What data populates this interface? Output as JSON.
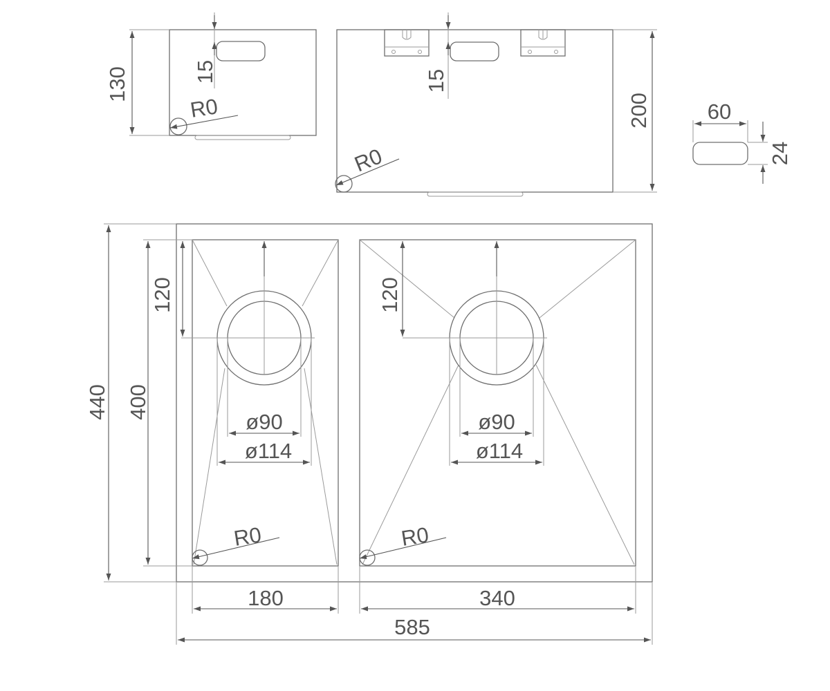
{
  "drawing": {
    "side_small": {
      "height_label": "130",
      "overflow_offset_label": "15",
      "radius_label": "R0"
    },
    "side_large": {
      "height_label": "200",
      "overflow_offset_label": "15",
      "radius_label": "R0"
    },
    "overflow_detail": {
      "width_label": "60",
      "height_label": "24"
    },
    "plan": {
      "total_depth_label": "440",
      "bowl_depth_label": "400",
      "total_width_label": "585",
      "small_bowl": {
        "width_label": "180",
        "drain_offset_label": "120",
        "drain_inner_label": "ø90",
        "drain_outer_label": "ø114",
        "radius_label": "R0"
      },
      "large_bowl": {
        "width_label": "340",
        "drain_offset_label": "120",
        "drain_inner_label": "ø90",
        "drain_outer_label": "ø114",
        "radius_label": "R0"
      }
    }
  }
}
